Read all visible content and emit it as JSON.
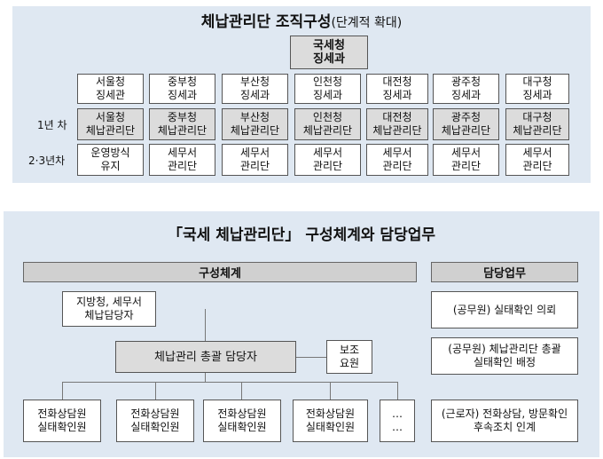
{
  "top": {
    "title_main": "체납관리단 조직구성",
    "title_sub": "(단계적 확대)",
    "hq": "국세청\n징세과",
    "row1": [
      "서울청\n징세관",
      "중부청\n징세과",
      "부산청\n징세과",
      "인천청\n징세과",
      "대전청\n징세과",
      "광주청\n징세과",
      "대구청\n징세과"
    ],
    "row2_label": "1년 차",
    "row2": [
      "서울청\n체납관리단",
      "중부청\n체납관리단",
      "부산청\n체납관리단",
      "인천청\n체납관리단",
      "대전청\n체납관리단",
      "광주청\n체납관리단",
      "대구청\n체납관리단"
    ],
    "row3_label": "2·3년차",
    "row3": [
      "운영방식\n유지",
      "세무서\n관리단",
      "세무서\n관리단",
      "세무서\n관리단",
      "세무서\n관리단",
      "세무서\n관리단",
      "세무서\n관리단"
    ]
  },
  "bottom": {
    "title": "「국세 체납관리단」 구성체계와 담당업무",
    "left_header": "구성체계",
    "right_header": "담당업무",
    "regional": "지방청, 세무서\n체납담당자",
    "manager": "체납관리 총괄 담당자",
    "assistant": "보조\n요원",
    "workers": [
      "전화상담원\n실태확인원",
      "전화상담원\n실태확인원",
      "전화상담원\n실태확인원",
      "전화상담원\n실태확인원",
      "…\n…"
    ],
    "duties": [
      "(공무원) 실태확인 의뢰",
      "(공무원) 체납관리단 총괄\n실태확인 배정",
      "(근로자) 전화상담, 방문확인\n후속조치 인계"
    ]
  }
}
